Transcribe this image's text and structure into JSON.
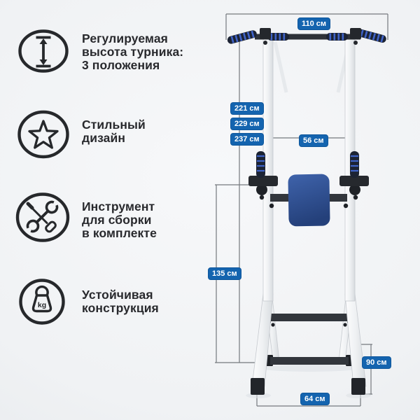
{
  "features": [
    {
      "icon": "height-adjust-icon",
      "lines": [
        "Регулируемая",
        "высота турника:",
        "3 положения"
      ]
    },
    {
      "icon": "star-icon",
      "lines": [
        "Стильный",
        "дизайн"
      ]
    },
    {
      "icon": "tools-icon",
      "lines": [
        "Инструмент",
        "для сборки",
        "в комплекте"
      ]
    },
    {
      "icon": "weight-icon",
      "lines": [
        "Устойчивая",
        "конструкция"
      ]
    }
  ],
  "weight_icon_label": "kg",
  "dimensions": {
    "top_width_label": "110 см",
    "height_labels": [
      "221 см",
      "229 см",
      "237 см"
    ],
    "grip_span_label": "56 см",
    "dip_bar_height_label": "135 см",
    "base_depth_label": "90 см",
    "base_width_label": "64 см"
  },
  "colors": {
    "badge_bg": "#1464af",
    "badge_text": "#ffffff",
    "text_dark": "#28292d",
    "icon_stroke": "#26282b",
    "dimension_line": "#75797e",
    "frame_white": "#f6f7f8",
    "bar_dark": "#2e3238",
    "grip_navy": "#1c2333",
    "grip_stripe": "#3f63c8",
    "pad_blue_top": "#3f63ab",
    "pad_blue_bottom": "#24407a",
    "background": "#eef0f3"
  }
}
